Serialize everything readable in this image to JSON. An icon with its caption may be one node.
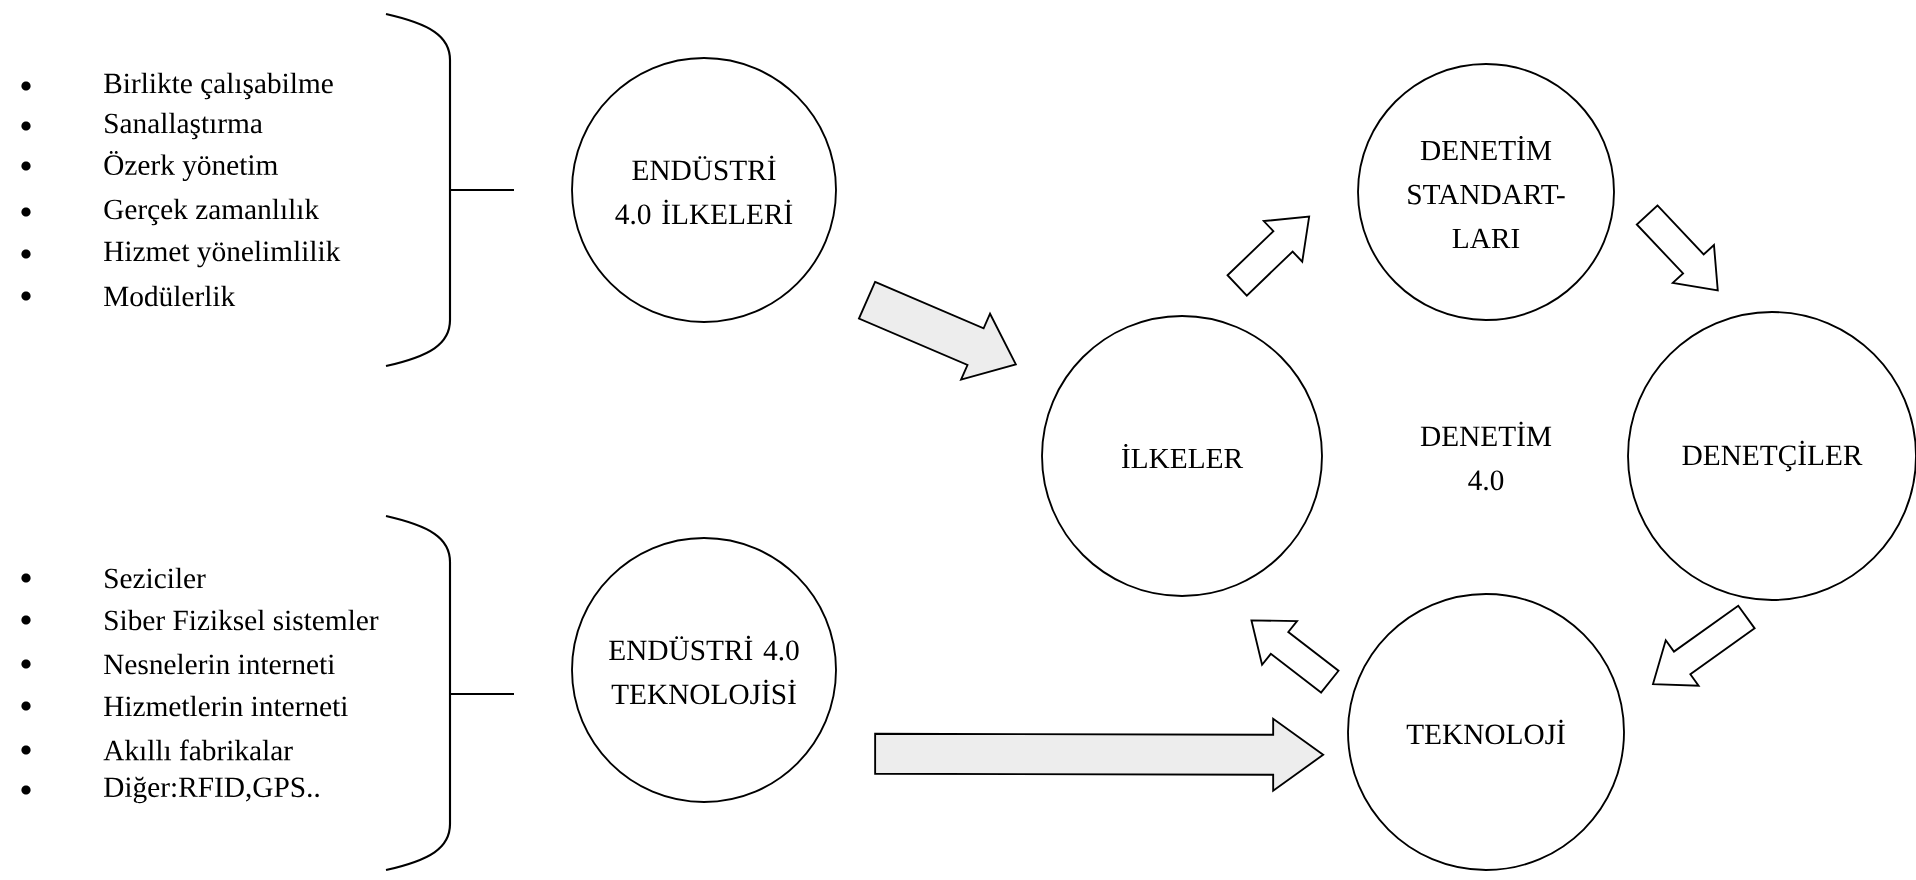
{
  "diagram": {
    "nodes": [
      {
        "text": [
          "ENDÜSTRİ 4.0 İLKELERİ"
        ]
      },
      {
        "text": [
          "DENETİM STANDART- LARI"
        ]
      },
      {
        "text": [
          "İLKELER"
        ]
      },
      {
        "text": [
          "DENETÇİLER"
        ]
      },
      {
        "text": [
          "ENDÜSTRİ 4.0 TEKNOLOJİSİ"
        ]
      },
      {
        "text": [
          "TEKNOLOJİ"
        ]
      }
    ],
    "edges": [
      {
        "from": 0,
        "to": 2,
        "arrow": "to"
      },
      {
        "from": 2,
        "to": 1,
        "arrow": "to"
      },
      {
        "from": 1,
        "to": 3,
        "arrow": "to"
      },
      {
        "from": 3,
        "to": 5,
        "arrow": "to"
      },
      {
        "from": 5,
        "to": 2,
        "arrow": "to"
      },
      {
        "from": 4,
        "to": 5,
        "arrow": "to"
      }
    ],
    "labels": [
      "Birlikte çalışabilme",
      "Sanallaştırma",
      "Özerk yönetim",
      "Gerçek zamanlılık",
      "Hizmet yönelimlilik",
      "Modülerlik",
      "DENETİM 4.0",
      "Seziciler",
      "Siber Fiziksel sistemler",
      "Nesnelerin interneti",
      "Hizmetlerin interneti",
      "Akıllı fabrikalar",
      "Diğer:RFID,GPS.."
    ]
  }
}
